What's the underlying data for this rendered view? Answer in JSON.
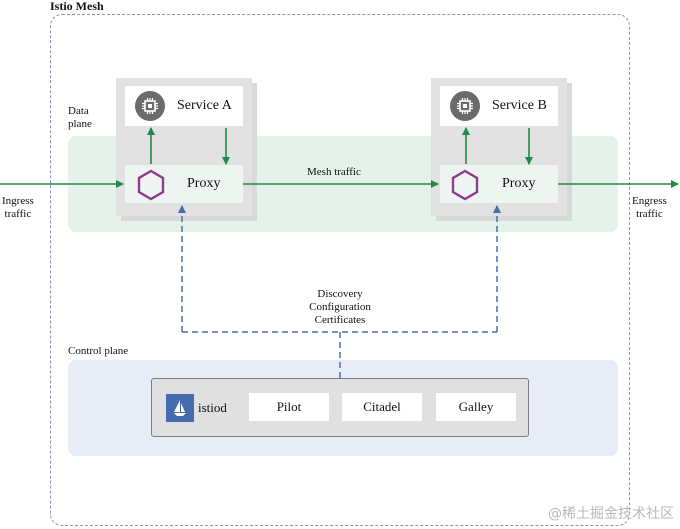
{
  "mesh": {
    "title": "Istio Mesh"
  },
  "data_plane": {
    "label_line1": "Data",
    "label_line2": "plane"
  },
  "control_plane": {
    "label": "Control plane"
  },
  "service_a": {
    "label": "Service A",
    "proxy_label": "Proxy"
  },
  "service_b": {
    "label": "Service B",
    "proxy_label": "Proxy"
  },
  "traffic": {
    "ingress_line1": "Ingress",
    "ingress_line2": "traffic",
    "egress_line1": "Engress",
    "egress_line2": "traffic",
    "mesh": "Mesh traffic"
  },
  "config": {
    "line1": "Discovery",
    "line2": "Configuration",
    "line3": "Certificates"
  },
  "istiod": {
    "label": "istiod",
    "components": [
      "Pilot",
      "Citadel",
      "Galley"
    ]
  },
  "watermark": "@稀土掘金技术社区",
  "colors": {
    "arrow_green": "#1e8a4b",
    "dashed_blue": "#4a6fa5",
    "proxy_hex": "#8e3a8e",
    "data_band": "#e4f2ea",
    "control_band": "#e8ecf7",
    "istiod_logo": "#466bb0"
  },
  "icons": {
    "service": "chip-icon",
    "proxy": "hexagon-icon",
    "istiod": "sailboat-icon"
  }
}
